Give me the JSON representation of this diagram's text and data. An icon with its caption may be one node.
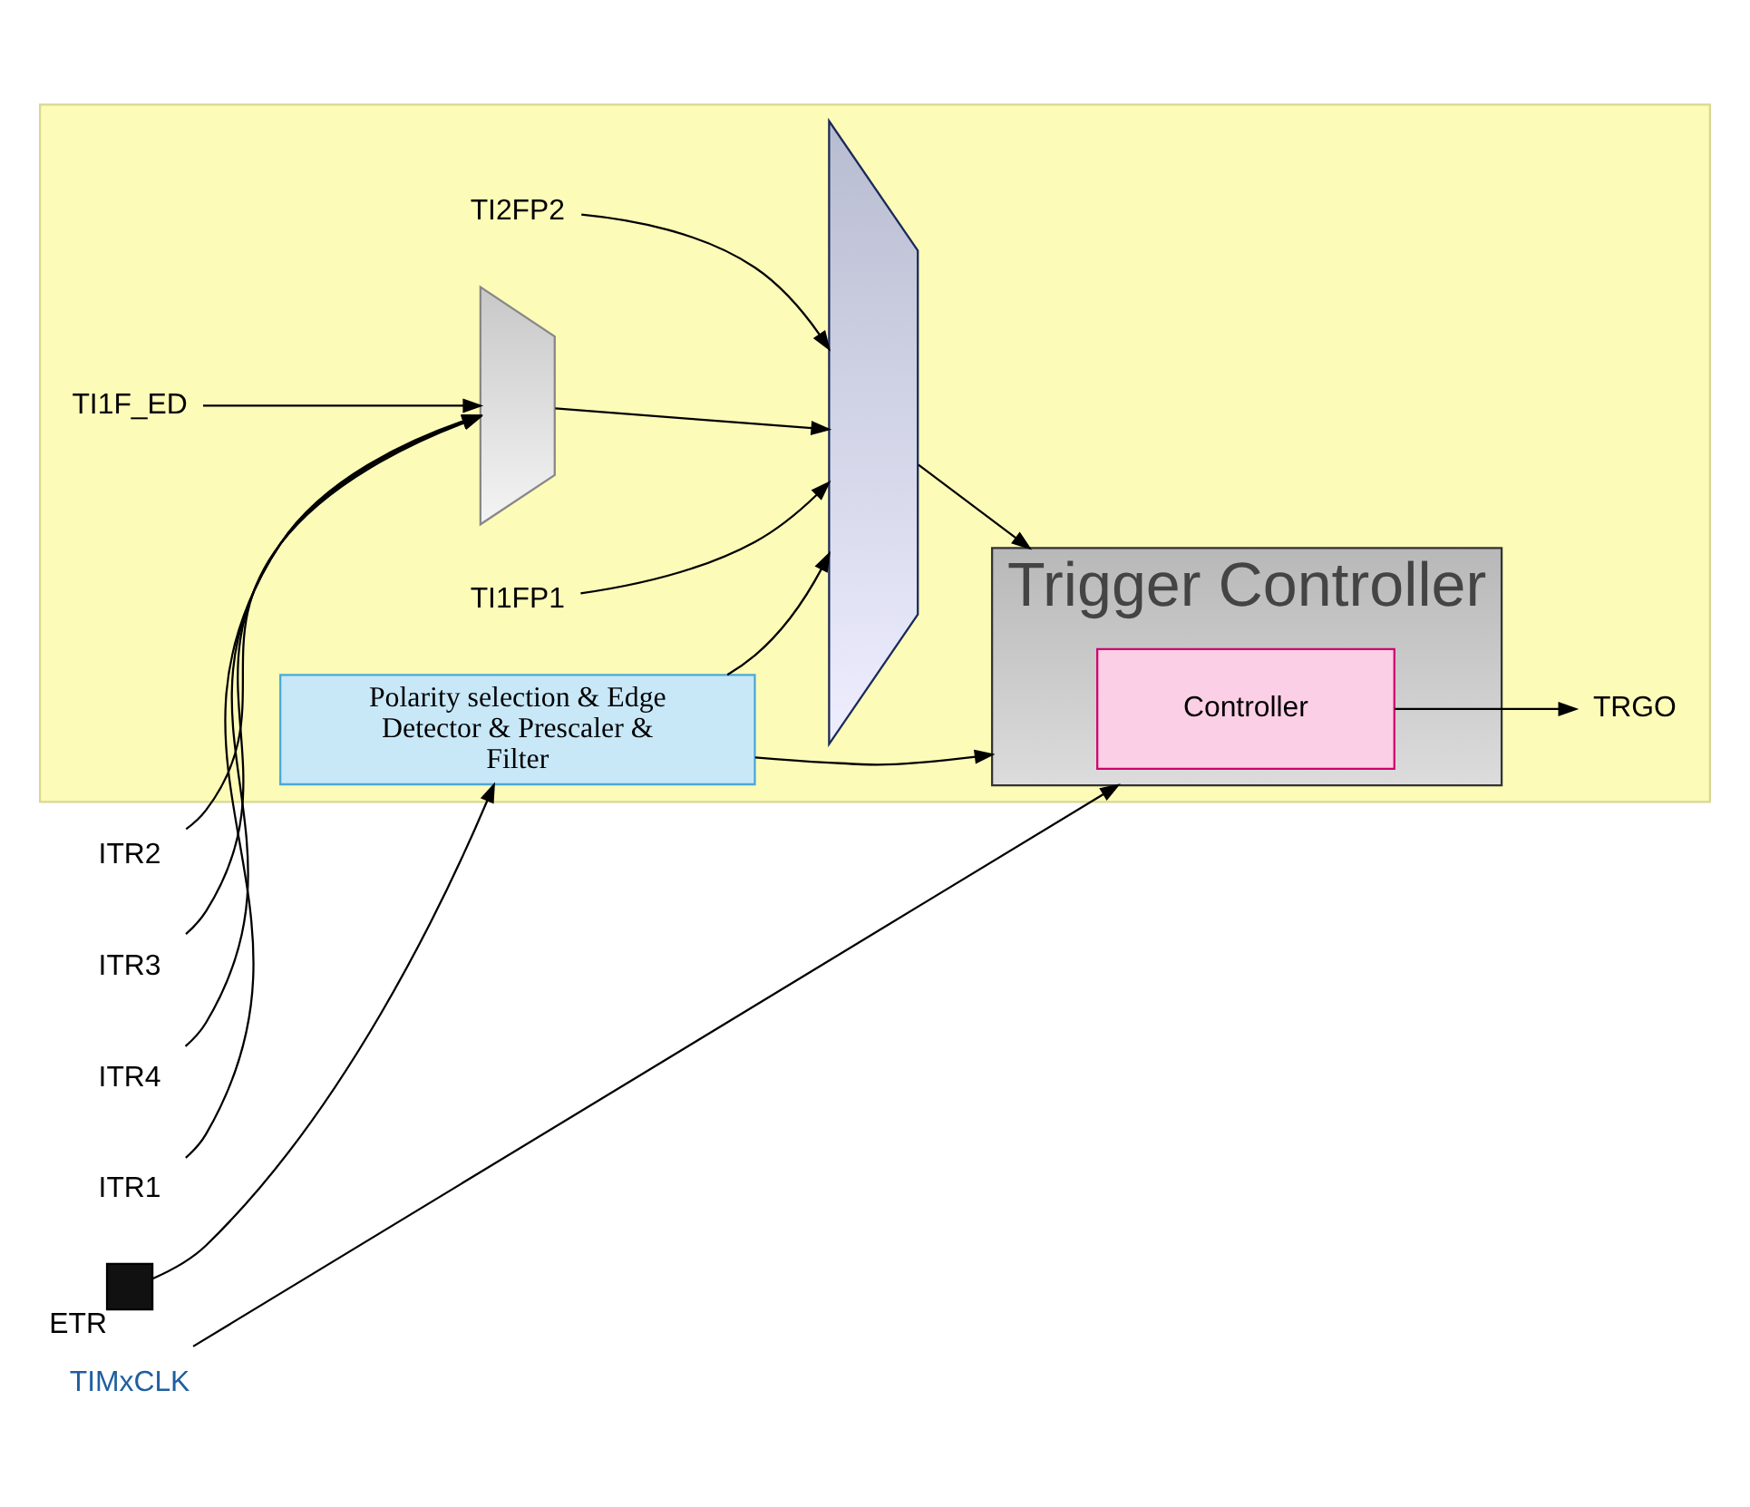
{
  "diagram": {
    "nodes": [
      {
        "text": [],
        "shape": "box"
      },
      {
        "text": [
          "TIMxCLK"
        ]
      },
      {
        "text": [
          "Trigger Controller"
        ],
        "in": 0
      },
      {
        "text": [
          "Controller"
        ],
        "in": 2
      },
      {
        "text": [],
        "shape": "box",
        "beside": [
          "ETR"
        ]
      },
      {
        "text": [
          "Polarity selection & Edge Detector & Prescaler & Filter"
        ],
        "in": 0
      },
      {
        "text": [
          "ITR1"
        ]
      },
      {
        "text": [
          "ITR2"
        ]
      },
      {
        "text": [
          "ITR3"
        ]
      },
      {
        "text": [
          "ITR4"
        ]
      },
      {
        "text": [
          "TI1F_ED"
        ],
        "in": 0
      },
      {
        "text": [],
        "shape": "trapezoid",
        "in": 0
      },
      {
        "text": [],
        "shape": "trapezoid",
        "in": 0
      },
      {
        "text": [
          "TI1FP1"
        ],
        "in": 0
      },
      {
        "text": [
          "TI2FP2"
        ],
        "in": 0
      },
      {
        "text": [
          "TRGO"
        ],
        "in": 0
      }
    ],
    "edges": [
      {
        "from": 1,
        "to": 2,
        "arrow": "to"
      },
      {
        "from": 4,
        "to": 5,
        "arrow": "to"
      },
      {
        "from": 5,
        "to": 2,
        "arrow": "to"
      },
      {
        "from": 5,
        "to": 12,
        "arrow": "to"
      },
      {
        "from": 6,
        "to": 11,
        "arrow": "to"
      },
      {
        "from": 7,
        "to": 11,
        "arrow": "to"
      },
      {
        "from": 8,
        "to": 11,
        "arrow": "to"
      },
      {
        "from": 9,
        "to": 11,
        "arrow": "to"
      },
      {
        "from": 10,
        "to": 11,
        "arrow": "to"
      },
      {
        "from": 11,
        "to": 12,
        "arrow": "to"
      },
      {
        "from": 13,
        "to": 12,
        "arrow": "to"
      },
      {
        "from": 14,
        "to": 12,
        "arrow": "to"
      },
      {
        "from": 12,
        "to": 2,
        "arrow": "to"
      },
      {
        "from": 3,
        "to": 15,
        "arrow": "to"
      }
    ]
  }
}
